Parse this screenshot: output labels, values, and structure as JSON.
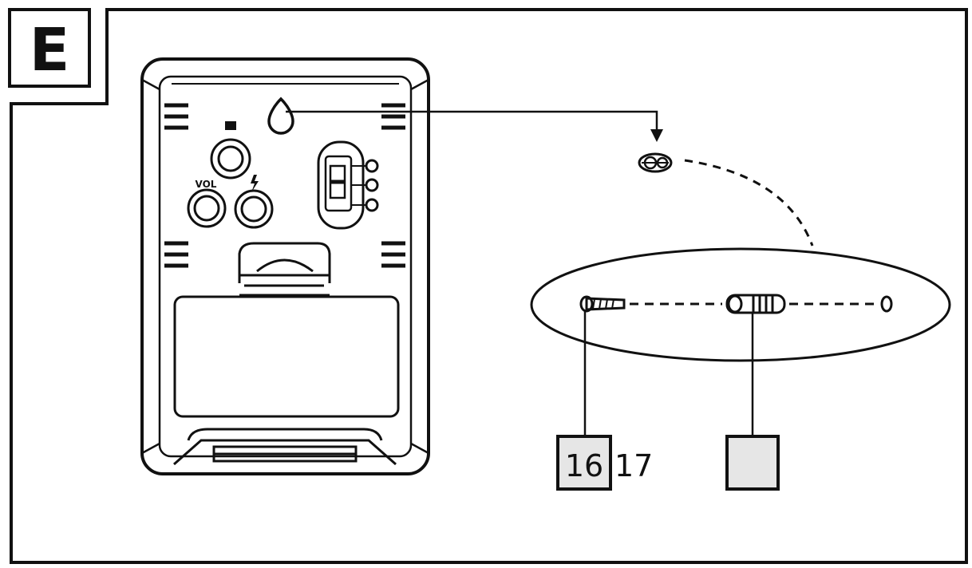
{
  "section_label": "E",
  "callouts": {
    "screw_box_number": "16",
    "dowel_number": "17",
    "second_box_number": ""
  },
  "device_labels": {
    "vol_label": "VOL"
  },
  "colors": {
    "ink": "#111111",
    "box_fill": "#e6e6e6",
    "background": "#ffffff"
  },
  "icons": [
    "alarm-icon",
    "light-icon",
    "switch-position-icons",
    "keyhole-icon"
  ]
}
